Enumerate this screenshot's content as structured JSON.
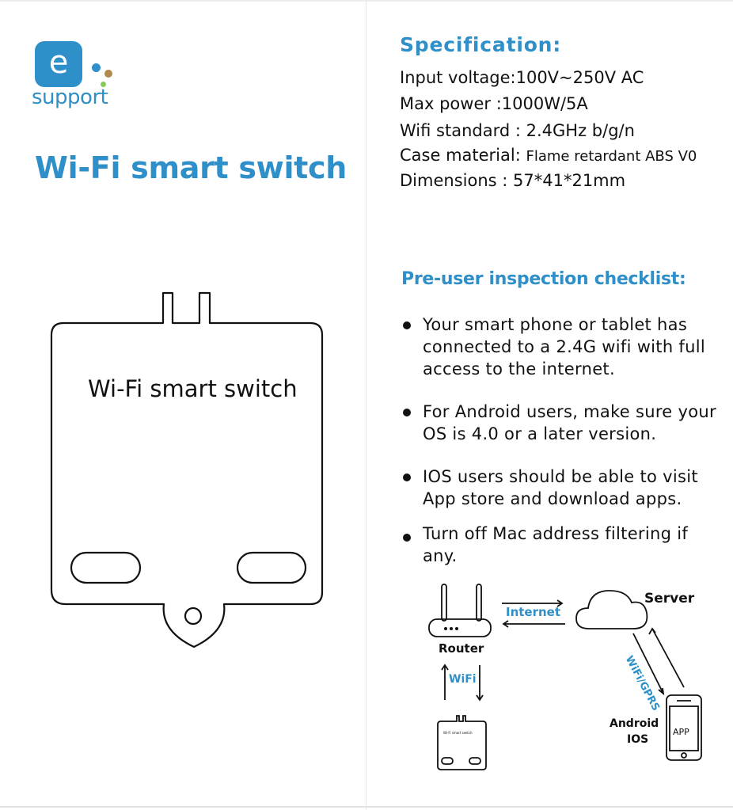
{
  "brand": {
    "logo_letter": "e",
    "logo_text": "support",
    "colors": {
      "primary_blue": "#2f8fc8",
      "dot_gold": "#b08a4a",
      "dot_green": "#86c95a"
    }
  },
  "left_panel": {
    "title": "Wi-Fi smart switch",
    "device_label": "Wi-Fi smart switch"
  },
  "specification": {
    "title": "Specification:",
    "rows": [
      {
        "label": "Input voltage",
        "sep": ":",
        "value": "100V~250V AC"
      },
      {
        "label": "Max power ",
        "sep": ":",
        "value": "1000W/5A"
      },
      {
        "label": "Wifi standard ",
        "sep": ":  ",
        "value": "2.4GHz b/g/n"
      },
      {
        "label": "Case material",
        "sep": ": ",
        "value": "Flame retardant ABS V0"
      },
      {
        "label": "Dimensions",
        "sep": " : ",
        "value": "57*41*21mm"
      }
    ]
  },
  "checklist": {
    "title": "Pre-user inspection checklist:",
    "items": [
      "Your smart phone or tablet has connected to a 2.4G wifi with full access to the internet.",
      "For Android users, make sure your OS is 4.0 or a later version.",
      "IOS users should be able to visit App store and download apps.",
      "Turn off Mac address filtering if any."
    ]
  },
  "diagram": {
    "internet_label": "Internet",
    "server_label": "Server",
    "router_label": "Router",
    "wifi_label": "WiFi",
    "wifi_gprs_label": "WiFi/GPRS",
    "android_label": "Android",
    "ios_label": "IOS",
    "app_label": "APP",
    "mini_switch_label": "Wi-Fi smart switch"
  }
}
